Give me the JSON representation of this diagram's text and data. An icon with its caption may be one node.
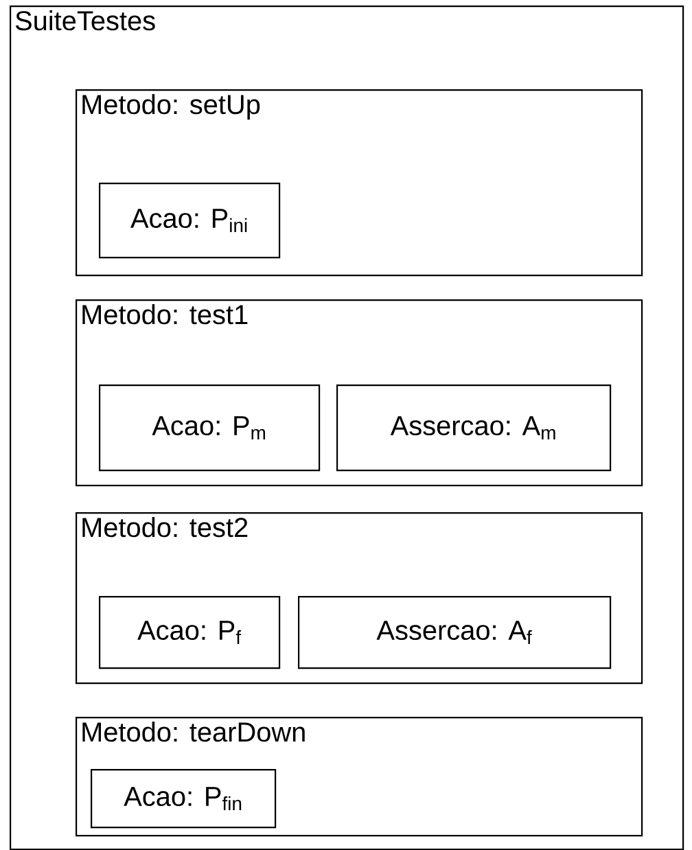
{
  "diagram": {
    "nodes": [
      {
        "text": [
          "SuiteTestes"
        ]
      },
      {
        "text": [
          "Metodo: setUp"
        ],
        "in": 0
      },
      {
        "text": [
          "Acao: P$_{ini}$"
        ],
        "in": 1
      },
      {
        "text": [
          "Metodo: test1"
        ],
        "in": 0
      },
      {
        "text": [
          "Acao: P$_{m}$"
        ],
        "in": 3
      },
      {
        "text": [
          "Assercao: A$_{m}$"
        ],
        "in": 3
      },
      {
        "text": [
          "Metodo: test2"
        ],
        "in": 0
      },
      {
        "text": [
          "Acao: P$_{f}$"
        ],
        "in": 6
      },
      {
        "text": [
          "Assercao: A$_{f}$"
        ],
        "in": 6
      },
      {
        "text": [
          "Metodo: tearDown"
        ],
        "in": 0
      },
      {
        "text": [
          "Acao: P$_{fin}$"
        ],
        "in": 9
      }
    ]
  }
}
